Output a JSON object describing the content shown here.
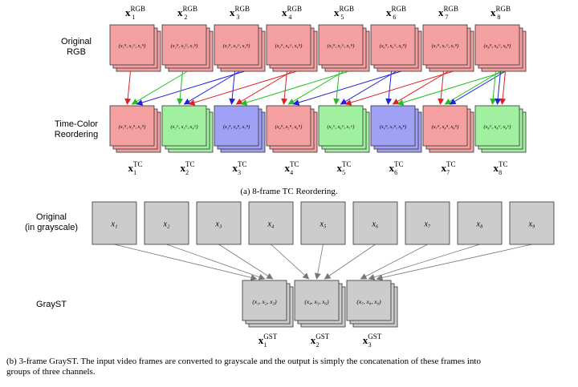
{
  "panel_a": {
    "row_labels": {
      "top": [
        "Original",
        "RGB"
      ],
      "bottom": [
        "Time-Color",
        "Reordering"
      ]
    },
    "top_frames": [
      {
        "index": "1",
        "text": "(x₁ᴿ, x₁ᴳ, x₁ᴮ)"
      },
      {
        "index": "2",
        "text": "(x₂ᴿ, x₂ᴳ, x₂ᴮ)"
      },
      {
        "index": "3",
        "text": "(x₃ᴿ, x₃ᴳ, x₃ᴮ)"
      },
      {
        "index": "4",
        "text": "(x₄ᴿ, x₄ᴳ, x₄ᴮ)"
      },
      {
        "index": "5",
        "text": "(x₅ᴿ, x₅ᴳ, x₅ᴮ)"
      },
      {
        "index": "6",
        "text": "(x₆ᴿ, x₆ᴳ, x₆ᴮ)"
      },
      {
        "index": "7",
        "text": "(x₇ᴿ, x₇ᴳ, x₇ᴮ)"
      },
      {
        "index": "8",
        "text": "(x₈ᴿ, x₈ᴳ, x₈ᴮ)"
      }
    ],
    "top_sup": "RGB",
    "bottom_frames": [
      {
        "index": "1",
        "color": "#f4a0a0",
        "text": "(x₁ᴿ, x₂ᴿ, x₃ᴿ)"
      },
      {
        "index": "2",
        "color": "#a0f0a0",
        "text": "(x₂ᴳ, x₃ᴳ, x₄ᴳ)"
      },
      {
        "index": "3",
        "color": "#a0a0f4",
        "text": "(x₃ᴮ, x₄ᴮ, x₅ᴮ)"
      },
      {
        "index": "4",
        "color": "#f4a0a0",
        "text": "(x₄ᴿ, x₅ᴿ, x₆ᴿ)"
      },
      {
        "index": "5",
        "color": "#a0f0a0",
        "text": "(x₅ᴳ, x₆ᴳ, x₇ᴳ)"
      },
      {
        "index": "6",
        "color": "#a0a0f4",
        "text": "(x₆ᴮ, x₇ᴮ, x₈ᴮ)"
      },
      {
        "index": "7",
        "color": "#f4a0a0",
        "text": "(x₇ᴿ, x₈ᴿ, x₈ᴿ)"
      },
      {
        "index": "8",
        "color": "#a0f0a0",
        "text": "(x₈ᴳ, x₈ᴳ, x₈ᴳ)"
      }
    ],
    "bottom_sup": "TC",
    "top_color": "#f4a0a0",
    "arrow_colors": {
      "red": "#e02020",
      "green": "#20c020",
      "blue": "#2020e0"
    },
    "caption": "(a) 8-frame TC Reordering."
  },
  "panel_b": {
    "row_labels": {
      "top": [
        "Original",
        "(in grayscale)"
      ],
      "bottom": [
        "GrayST"
      ]
    },
    "gray_frames": [
      "x₁",
      "x₂",
      "x₃",
      "x₄",
      "x₅",
      "x₆",
      "x₇",
      "x₈",
      "x₉"
    ],
    "gst_frames": [
      {
        "index": "1",
        "text": "(x₁, x₂, x₃)"
      },
      {
        "index": "2",
        "text": "(x₄, x₅, x₆)"
      },
      {
        "index": "3",
        "text": "(x₇, x₈, x₉)"
      }
    ],
    "gst_sup": "GST",
    "gray_color": "#cccccc",
    "caption_line1": "(b) 3-frame GrayST. The input video frames are converted to grayscale and the output is simply the concatenation of these frames into",
    "caption_line2": "groups of three channels."
  }
}
